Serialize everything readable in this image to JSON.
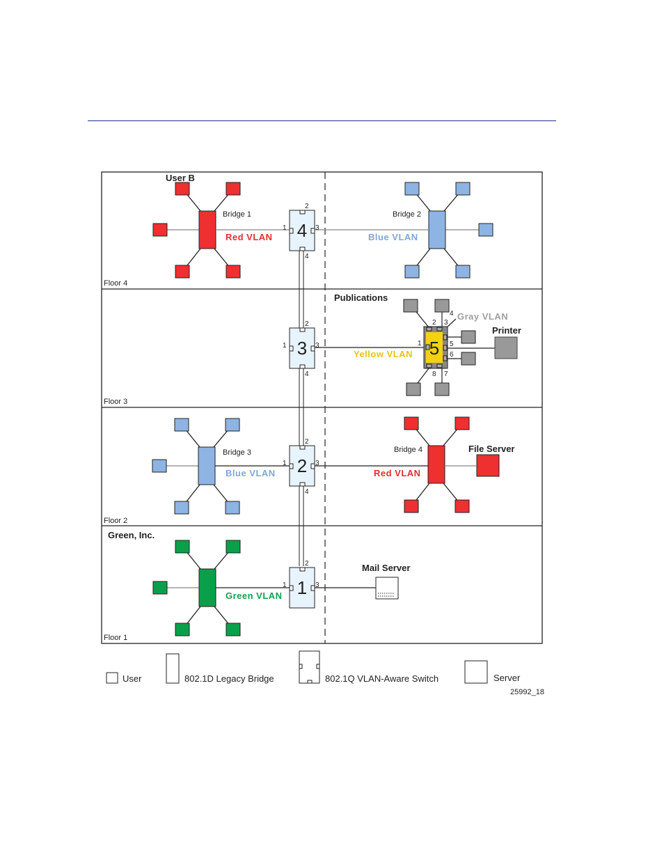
{
  "colors": {
    "red": "#ee3030",
    "blue": "#8db4e2",
    "green": "#0aa04a",
    "gray": "#999999",
    "yellow": "#f5d20f",
    "switch_fill": "#e8f4fd",
    "rule": "#1f2f8f",
    "gray_vlan_text": "#a0a0a0",
    "yellow_vlan_text": "#e8c510",
    "blue_vlan_text": "#7fa8d8",
    "red_vlan_text": "#e03030",
    "green_vlan_text": "#10a050"
  },
  "floors": [
    {
      "label": "Floor 4",
      "title": "User B"
    },
    {
      "label": "Floor 3",
      "title": "Publications"
    },
    {
      "label": "Floor 2",
      "title": ""
    },
    {
      "label": "Floor 1",
      "title": "Green, Inc."
    }
  ],
  "switches": [
    {
      "number": "4",
      "ports": [
        "1",
        "2",
        "3",
        "4"
      ]
    },
    {
      "number": "3",
      "ports": [
        "1",
        "2",
        "3",
        "4"
      ]
    },
    {
      "number": "2",
      "ports": [
        "1",
        "2",
        "3",
        "4"
      ]
    },
    {
      "number": "1",
      "ports": [
        "1",
        "2",
        "3"
      ]
    }
  ],
  "switch5": {
    "number": "5",
    "ports": [
      "1",
      "2",
      "3",
      "4",
      "5",
      "6",
      "7",
      "8"
    ]
  },
  "bridges": [
    {
      "label": "Bridge 1",
      "vlan": "Red VLAN",
      "color": "red"
    },
    {
      "label": "Bridge 2",
      "vlan": "Blue VLAN",
      "color": "blue"
    },
    {
      "label": "Bridge 3",
      "vlan": "Blue VLAN",
      "color": "blue"
    },
    {
      "label": "Bridge 4",
      "vlan": "Red VLAN",
      "color": "red"
    },
    {
      "label": "",
      "vlan": "Green VLAN",
      "color": "green"
    }
  ],
  "vlans": {
    "gray": "Gray VLAN",
    "yellow": "Yellow VLAN"
  },
  "servers": {
    "printer": "Printer",
    "file_server": "File Server",
    "mail_server": "Mail Server"
  },
  "legend": {
    "user": "User",
    "bridge": "802.1D Legacy Bridge",
    "switch": "802.1Q VLAN-Aware Switch",
    "server": "Server"
  },
  "figure_id": "25992_18"
}
